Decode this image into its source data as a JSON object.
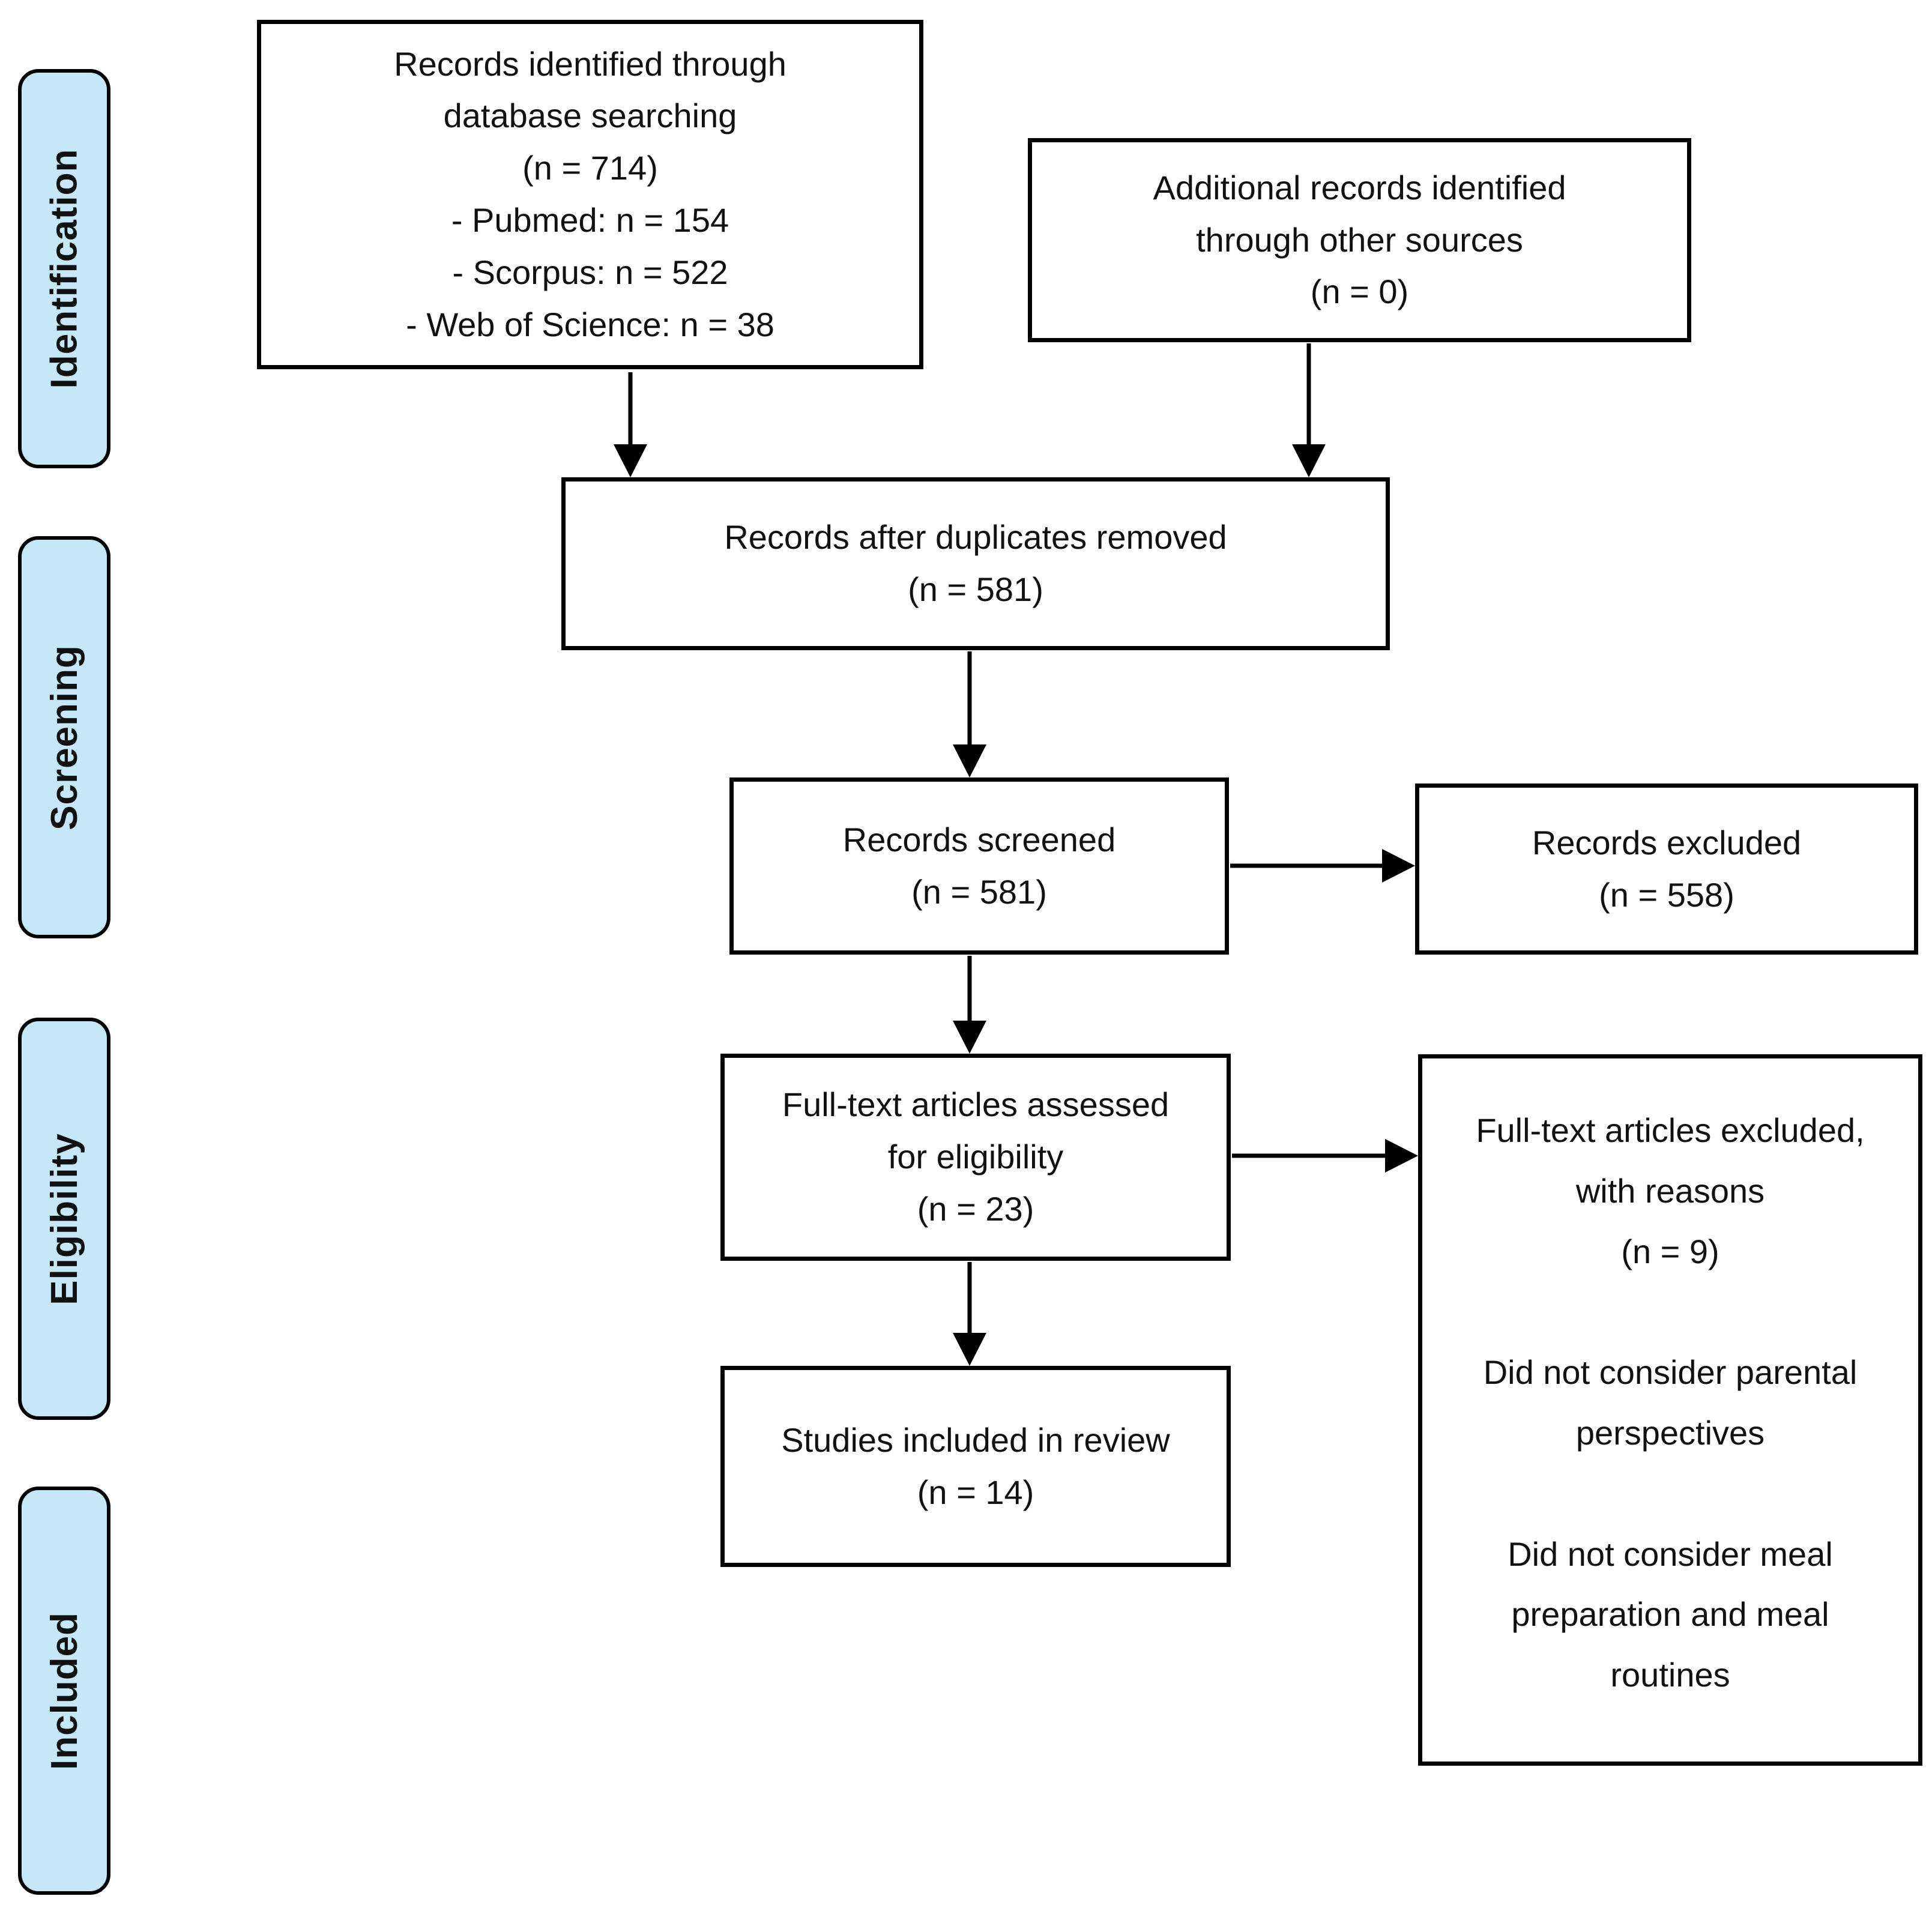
{
  "colors": {
    "stage_fill": "#c5e7f7",
    "box_bg": "#ffffff",
    "line_color": "#000000",
    "text_color": "#111111"
  },
  "stages": [
    {
      "label": "Identification"
    },
    {
      "label": "Screening"
    },
    {
      "label": "Eligibility"
    },
    {
      "label": "Included"
    }
  ],
  "boxes": {
    "records_identified": {
      "lines": [
        "Records identified through",
        "database searching",
        "(n = 714)",
        "- Pubmed: n = 154",
        "- Scorpus: n = 522",
        "- Web of Science: n = 38"
      ]
    },
    "additional_records": {
      "lines": [
        "Additional records identified",
        "through other sources",
        "(n = 0)"
      ]
    },
    "duplicates_removed": {
      "lines": [
        "Records after duplicates removed",
        "(n = 581)"
      ]
    },
    "records_screened": {
      "lines": [
        "Records screened",
        "(n = 581)"
      ]
    },
    "records_excluded": {
      "lines": [
        "Records excluded",
        "(n = 558)"
      ]
    },
    "fulltext_assessed": {
      "lines": [
        "Full-text articles assessed",
        "for eligibility",
        "(n = 23)"
      ]
    },
    "fulltext_excluded": {
      "lines": [
        "Full-text articles excluded,",
        "with reasons",
        "(n = 9)",
        "",
        "Did not consider parental",
        "perspectives",
        "",
        "Did not consider meal",
        "preparation and meal",
        "routines"
      ]
    },
    "studies_included": {
      "lines": [
        "Studies included in review",
        "(n = 14)"
      ]
    }
  }
}
